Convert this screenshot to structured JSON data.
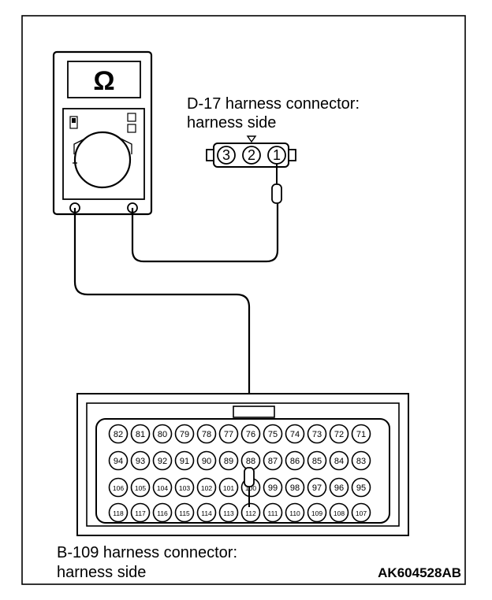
{
  "meter": {
    "display_symbol": "Ω"
  },
  "d17": {
    "label_line1": "D-17 harness connector:",
    "label_line2": "harness side",
    "pins": [
      "3",
      "2",
      "1"
    ]
  },
  "b109": {
    "label_line1": "B-109 harness connector:",
    "label_line2": "harness side",
    "rows": [
      [
        "82",
        "81",
        "80",
        "79",
        "78",
        "77",
        "76",
        "75",
        "74",
        "73",
        "72",
        "71"
      ],
      [
        "94",
        "93",
        "92",
        "91",
        "90",
        "89",
        "88",
        "87",
        "86",
        "85",
        "84",
        "83"
      ],
      [
        "106",
        "105",
        "104",
        "103",
        "102",
        "101",
        "100",
        "99",
        "98",
        "97",
        "96",
        "95"
      ],
      [
        "118",
        "117",
        "116",
        "115",
        "114",
        "113",
        "112",
        "111",
        "110",
        "109",
        "108",
        "107"
      ]
    ]
  },
  "reference_code": "AK604528AB"
}
